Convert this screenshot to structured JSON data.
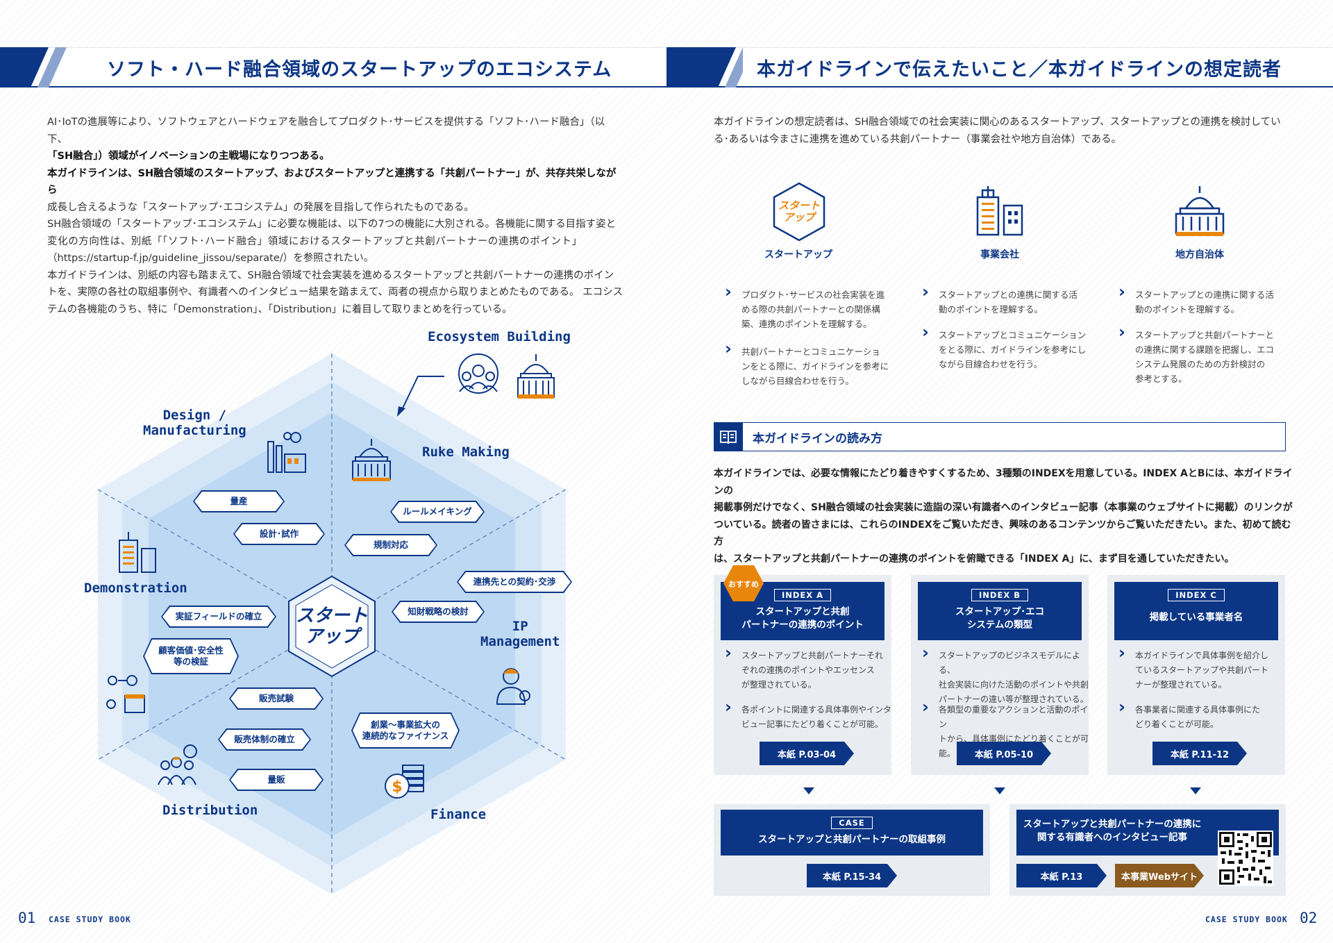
{
  "left": {
    "title": "ソフト・ハード融合領域のスタートアップのエコシステム",
    "paragraphs": [
      "AI･IoTの進展等により、ソフトウェアとハードウェアを融合してプロダクト･サービスを提供する「ソフト･ハード融合」（以下、",
      "「SH融合」）領域がイノベーションの主戦場になりつつある。",
      "本ガイドラインは、SH融合領域のスタートアップ、およびスタートアップと連携する「共創パートナー」が、共存共栄しながら",
      "成長し合えるような「スタートアップ･エコシステム」の発展を目指して作られたものである。",
      "SH融合領域の「スタートアップ･エコシステム」に必要な機能は、以下の7つの機能に大別される。各機能に関する目指す姿と",
      "変化の方向性は、別紙「「ソフト･ハード融合」領域におけるスタートアップと共創パートナーの連携のポイント」",
      "（https://startup-f.jp/guideline_jissou/separate/）を参照されたい。",
      "本ガイドラインは、別紙の内容も踏まえて、SH融合領域で社会実装を進めるスタートアップと共創パートナーの連携のポイン",
      "トを、実際の各社の取組事例や、有識者へのインタビュー結果を踏まえて、両者の視点から取りまとめたものである。 エコシス",
      "テムの各機能のうち、特に「Demonstration」、「Distribution」に着目して取りまとめを行っている。"
    ],
    "diagram": {
      "center": "スタート\nアップ",
      "sections": {
        "ecosystem": "Ecosystem Building",
        "design": "Design /\nManufacturing",
        "rule": "Ruke Making",
        "demo": "Demonstration",
        "ip": "IP\nManagement",
        "distribution": "Distribution",
        "finance": "Finance"
      },
      "tags": {
        "t1": "量産",
        "t2": "設計･試作",
        "t3": "ルールメイキング",
        "t4": "規制対応",
        "t5": "連携先との契約･交渉",
        "t6": "知財戦略の検討",
        "t7": "実証フィールドの確立",
        "t8": "顧客価値･安全性\n等の検証",
        "t9": "販売試験",
        "t10": "販売体制の確立",
        "t11": "量販",
        "t12": "創業～事業拡大の\n連続的なファイナンス"
      },
      "icon_dollar": "$"
    },
    "page_num": "01",
    "footer": "CASE STUDY BOOK"
  },
  "right": {
    "title": "本ガイドラインで伝えたいこと／本ガイドラインの想定読者",
    "intro": [
      "本ガイドラインの想定読者は、SH融合領域での社会実装に関心のあるスタートアップ、スタートアップとの連携を検討してい",
      "る･あるいは今まさに連携を進めている共創パートナー（事業会社や地方自治体）である。"
    ],
    "readers": [
      {
        "label": "スタートアップ",
        "bullets": [
          "プロダクト･サービスの社会実装を進\nめる際の共創パートナーとの関係構\n築、連携のポイントを理解する。",
          "共創パートナーとコミュニケーショ\nンをとる際に、ガイドラインを参考に\nしながら目線合わせを行う。"
        ]
      },
      {
        "label": "事業会社",
        "bullets": [
          "スタートアップとの連携に関する活\n動のポイントを理解する。",
          "スタートアップとコミュニケーション\nをとる際に、ガイドラインを参考にし\nながら目線合わせを行う。"
        ]
      },
      {
        "label": "地方自治体",
        "bullets": [
          "スタートアップとの連携に関する活\n動のポイントを理解する。",
          "スタートアップと共創パートナーと\nの連携に関する課題を把握し、エコ\nシステム発展のための方針検討の\n参考とする。"
        ]
      }
    ],
    "logo_text": "スタート\nアップ",
    "howto_title": "本ガイドラインの読み方",
    "howto_text": [
      "本ガイドラインでは、必要な情報にたどり着きやすくするため、3種類のINDEXを用意している。INDEX AとBには、本ガイドラインの",
      "掲載事例だけでなく、SH融合領域の社会実装に造詣の深い有識者へのインタビュー記事（本事業のウェブサイトに掲載）のリンクが",
      "ついている。読者の皆さまには、これらのINDEXをご覧いただき、興味のあるコンテンツからご覧いただきたい。また、初めて読む方",
      "は、スタートアップと共創パートナーの連携のポイントを俯瞰できる「INDEX A」に、まず目を通していただきたい。"
    ],
    "recommend": "おすすめ",
    "indexes": [
      {
        "badge": "INDEX A",
        "title": "スタートアップと共創\nパートナーの連携のポイント",
        "bullets": [
          "スタートアップと共創パートナーそれ\nぞれの連携のポイントやエッセンス\nが整理されている。",
          "各ポイントに関連する具体事例やインタ\nビュー記事にたどり着くことが可能。"
        ],
        "page": "本紙  P.03-04"
      },
      {
        "badge": "INDEX B",
        "title": "スタートアップ･エコ\nシステムの類型",
        "bullets": [
          "スタートアップのビジネスモデルによる、\n社会実装に向けた活動のポイントや共創\nパートナーの違い等が整理されている。",
          "各類型の重要なアクションと活動のポイン\nトから、具体事例にたどり着くことが可能。"
        ],
        "page": "本紙  P.05-10"
      },
      {
        "badge": "INDEX C",
        "title": "掲載している事業者名",
        "bullets": [
          "本ガイドラインで具体事例を紹介し\nているスタートアップや共創パート\nナーが整理されている。",
          "各事業者に関連する具体事例にた\nどり着くことが可能。"
        ],
        "page": "本紙  P.11-12"
      }
    ],
    "case": {
      "badge": "CASE",
      "title": "スタートアップと共創パートナーの取組事例",
      "page": "本紙  P.15-34"
    },
    "interview": {
      "title": "スタートアップと共創パートナーの連携に\n関する有識者へのインタビュー記事",
      "page": "本紙  P.13",
      "web": "本事業Webサイト"
    },
    "page_num": "02",
    "footer": "CASE STUDY BOOK"
  },
  "colors": {
    "navy": "#0c3685",
    "orange": "#e8860c",
    "brown": "#8a5a1e",
    "light_blue": "#cfe2f6"
  }
}
